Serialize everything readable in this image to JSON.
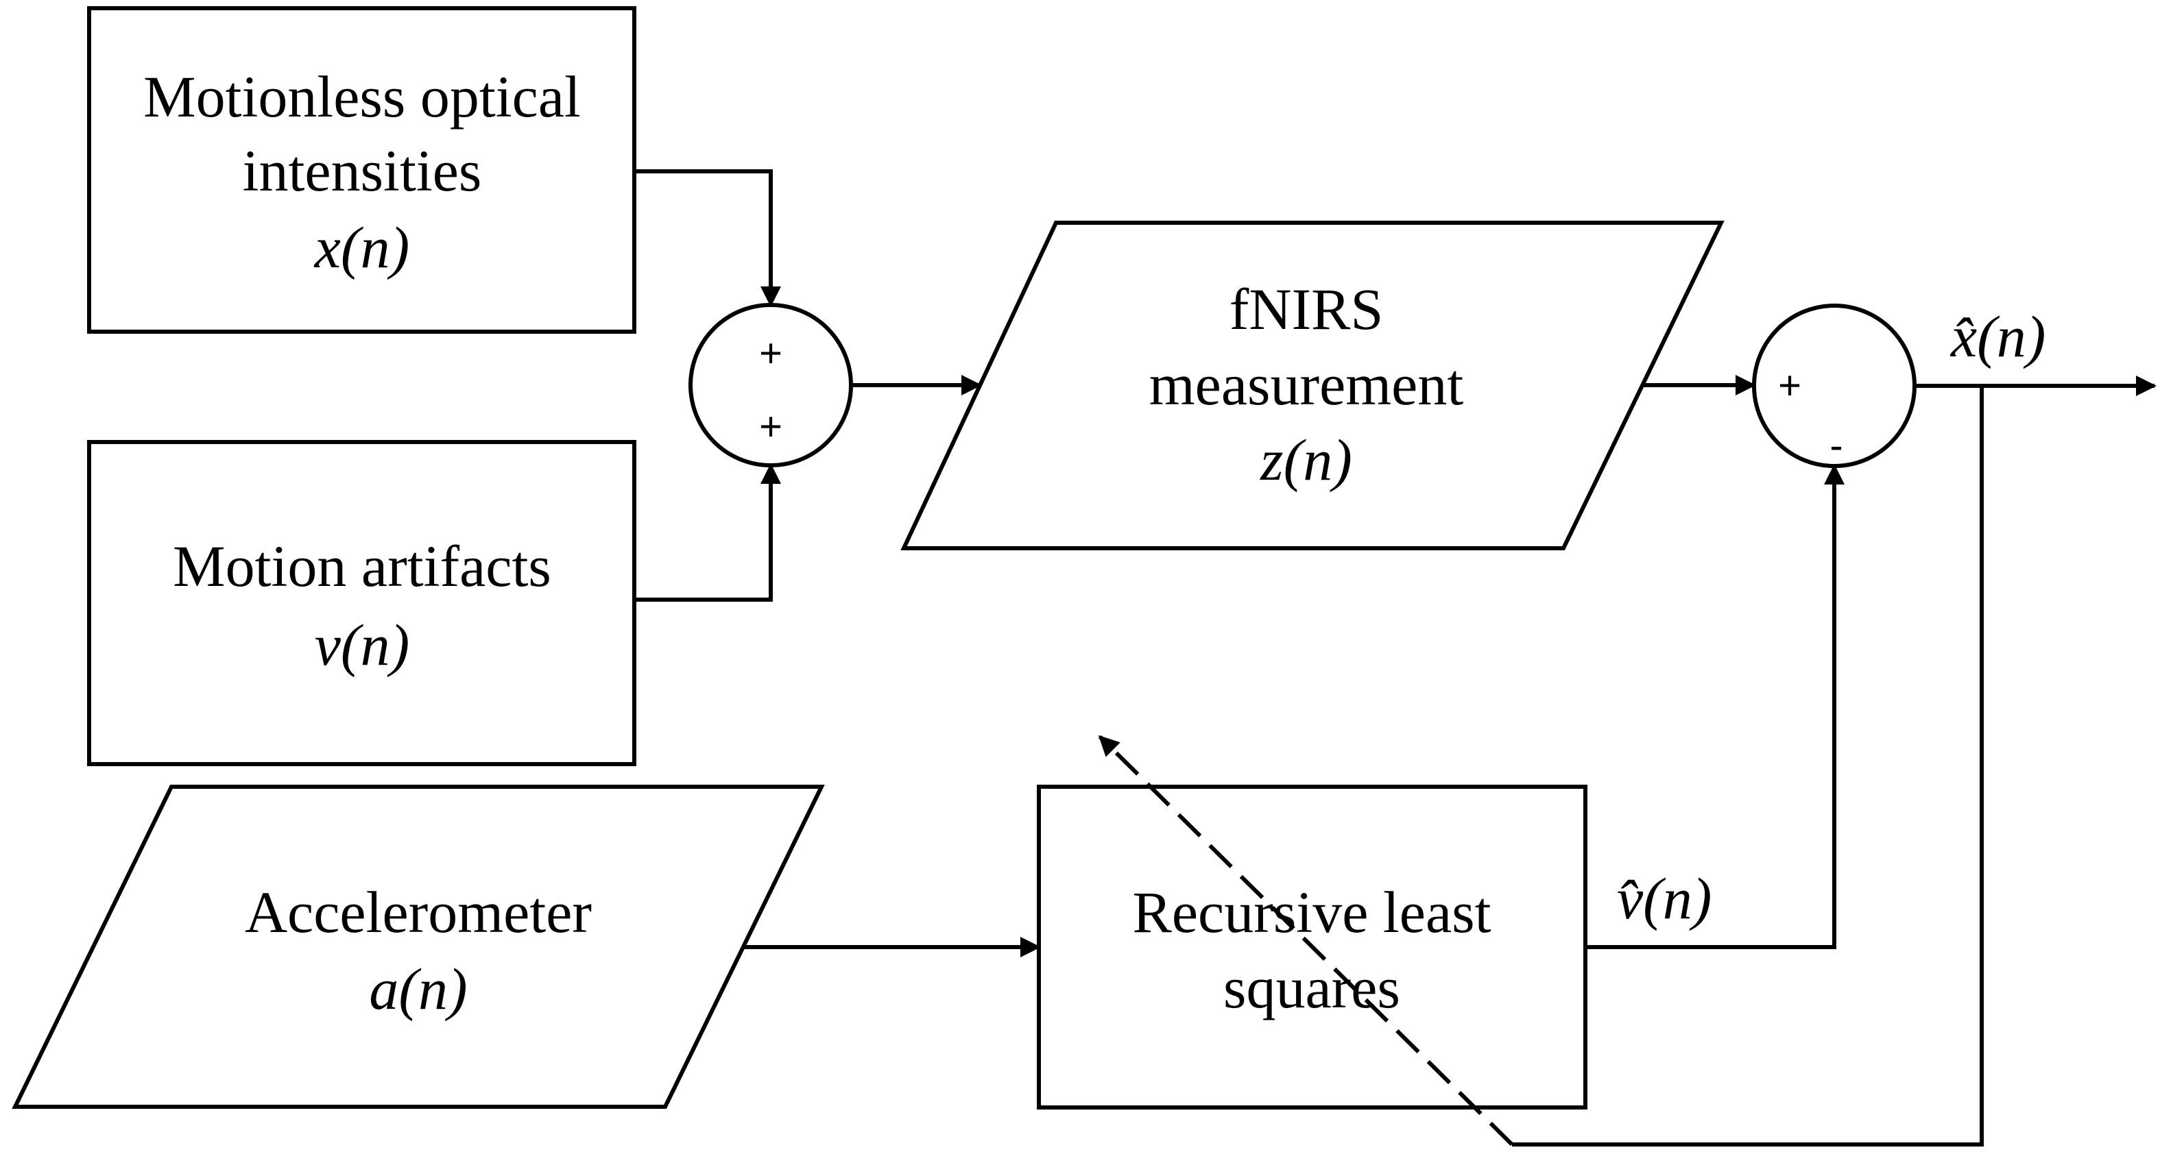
{
  "blocks": {
    "motionless": {
      "line1": "Motionless optical",
      "line2": "intensities",
      "symbol": "x(n)"
    },
    "artifacts": {
      "line1": "Motion artifacts",
      "symbol": "v(n)"
    },
    "fnirs": {
      "line1": "fNIRS",
      "line2": "measurement",
      "symbol": "z(n)"
    },
    "accelerometer": {
      "line1": "Accelerometer",
      "symbol": "a(n)"
    },
    "rls": {
      "line1": "Recursive least",
      "line2": "squares"
    }
  },
  "sum_junction": {
    "sign_top": "+",
    "sign_bottom": "+"
  },
  "diff_junction": {
    "sign_left": "+",
    "sign_bottom": "-"
  },
  "signals": {
    "x_hat": "x̂(n)",
    "v_hat": "v̂(n)"
  }
}
